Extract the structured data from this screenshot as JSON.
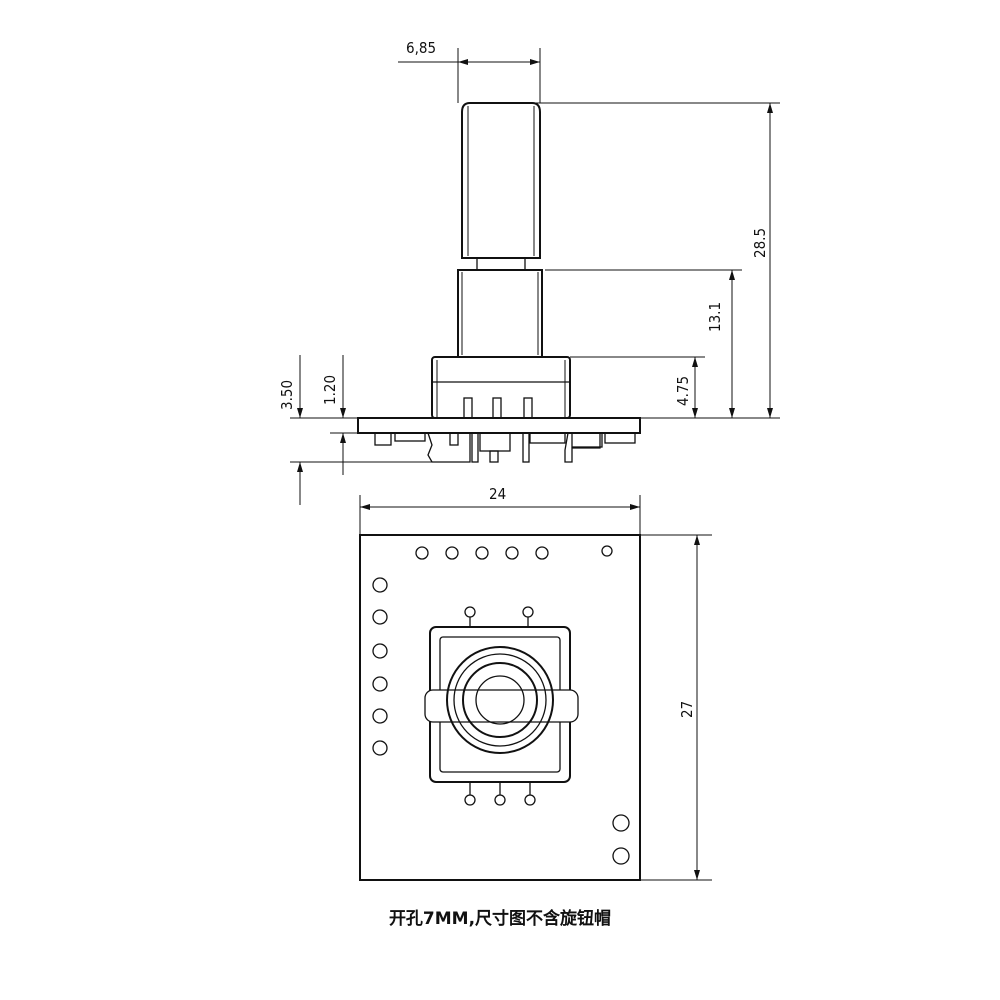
{
  "dimensions": {
    "shaft_width": "6,85",
    "total_height": "28.5",
    "shaft_height": "13.1",
    "body_height": "4.75",
    "bottom_depth": "3.50",
    "pcb_thickness": "1.20",
    "board_width": "24",
    "board_height": "27"
  },
  "caption": "开孔7MM,尺寸图不含旋钮帽"
}
